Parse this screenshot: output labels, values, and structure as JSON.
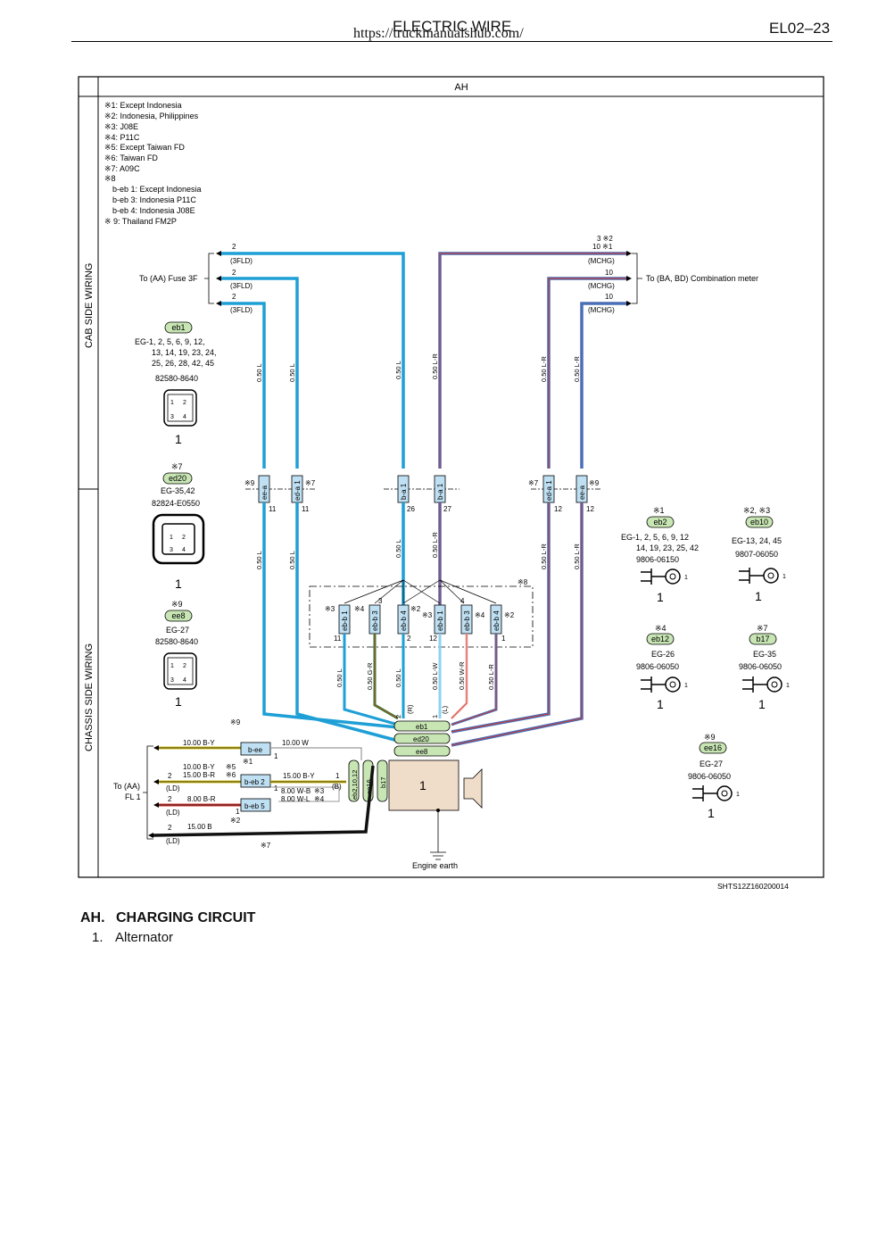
{
  "header": {
    "title": "ELECTRIC WIRE",
    "url": "https://truckmanualshub.com/",
    "page": "EL02–23"
  },
  "diagram": {
    "section": "AH",
    "side_labels": {
      "cab": "CAB SIDE WIRING",
      "chassis": "CHASSIS SIDE WIRING"
    },
    "notes": [
      "※1: Except Indonesia",
      "※2: Indonesia, Philippines",
      "※3: J08E",
      "※4: P11C",
      "※5: Except Taiwan FD",
      "※6: Taiwan FD",
      "※7: A09C",
      "※8",
      "b-eb 1: Except Indonesia",
      "b-eb 3: Indonesia P11C",
      "b-eb 4: Indonesia J08E",
      "※ 9: Thailand FM2P"
    ],
    "to_fuse": "To (AA) Fuse 3F",
    "to_meter": "To (BA, BD) Combination meter",
    "to_fl": "To (AA)",
    "to_fl2": "FL 1",
    "fld": "(3FLD)",
    "mchg": "(MCHG)",
    "ld": "(LD)",
    "engine_earth": "Engine earth",
    "alternator_num": "1",
    "sheet_code": "SHTS12Z160200014",
    "connectors": {
      "eb1": {
        "name": "eb1",
        "eg": "EG-1, 2, 5, 6, 9, 12,",
        "eg2": "13, 14, 19, 23, 24,",
        "eg3": "25, 26, 28, 42, 45",
        "part": "82580-8640",
        "num": "1"
      },
      "ed20": {
        "mark": "※7",
        "name": "ed20",
        "eg": "EG-35,42",
        "part": "82824-E0550",
        "num": "1"
      },
      "ee8": {
        "mark": "※9",
        "name": "ee8",
        "eg": "EG-27",
        "part": "82580-8640",
        "num": "1"
      },
      "eb2": {
        "mark": "※1",
        "name": "eb2",
        "eg": "EG-1, 2, 5, 6, 9, 12",
        "eg2": "14, 19, 23, 25, 42",
        "part": "9806-06150",
        "num": "1"
      },
      "eb10": {
        "mark": "※2, ※3",
        "name": "eb10",
        "eg": "EG-13, 24, 45",
        "part": "9807-06050",
        "num": "1"
      },
      "eb12": {
        "mark": "※4",
        "name": "eb12",
        "eg": "EG-26",
        "part": "9806-06050",
        "num": "1"
      },
      "b17": {
        "mark": "※7",
        "name": "b17",
        "eg": "EG-35",
        "part": "9806-06050",
        "num": "1"
      },
      "ee16": {
        "mark": "※9",
        "name": "ee16",
        "eg": "EG-27",
        "part": "9806-06050",
        "num": "1"
      }
    },
    "wires": {
      "w050L": "0.50 L",
      "w050LR": "0.50 L-R",
      "w050GR": "0.50 G-R",
      "w050LW": "0.50 L-W",
      "w050WR": "0.50 W-R",
      "w10BY": "10.00 B-Y",
      "w10W": "10.00 W",
      "w10BYb": "10.00 B-Y",
      "w15BR": "15.00 B-R",
      "w15BY": "15.00 B-Y",
      "w8WB": "8.00 W-B",
      "w8WL": "8.00 W-L",
      "w8BR": "8.00 B-R",
      "w15B": "15.00 B"
    },
    "colors": {
      "blue": "#1e9fd6",
      "lr_blue": "#4b6fb5",
      "red": "#d2332c",
      "green": "#2b8a3a",
      "yellow": "#d6c21c",
      "black": "#111111",
      "conn_fill": "#bfe0f3",
      "green_fill": "#c8e6b4",
      "alt_fill": "#efdcc9"
    }
  },
  "caption": {
    "code": "AH.",
    "title": "CHARGING CIRCUIT"
  },
  "items": [
    {
      "num": "1.",
      "label": "Alternator"
    }
  ]
}
